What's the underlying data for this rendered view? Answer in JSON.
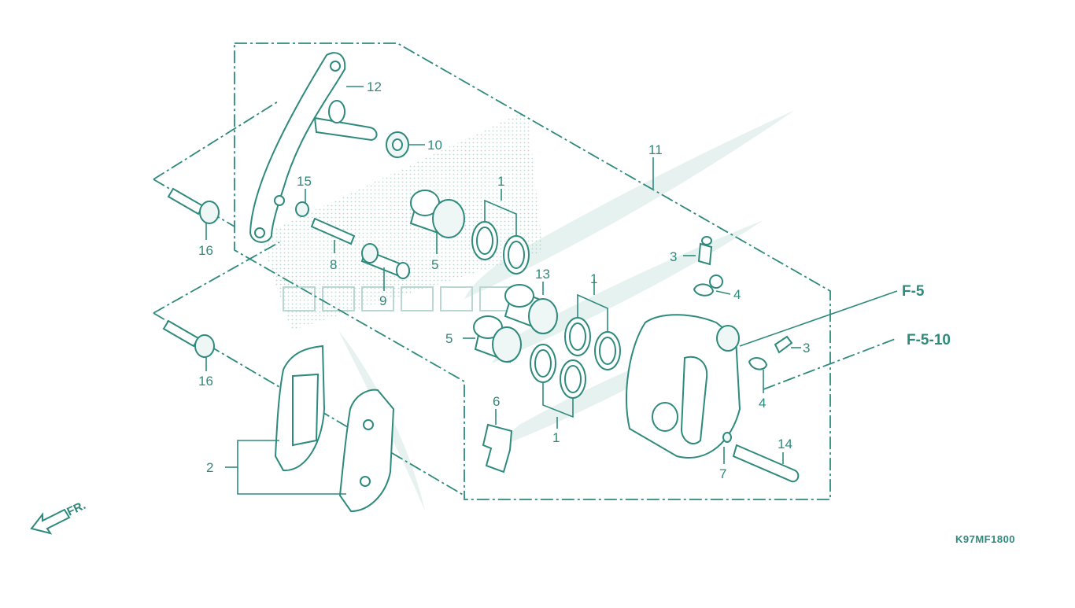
{
  "diagram": {
    "callouts": {
      "c1a": "1",
      "c1b": "1",
      "c1c": "1",
      "c2": "2",
      "c3a": "3",
      "c3b": "3",
      "c4a": "4",
      "c4b": "4",
      "c5a": "5",
      "c5b": "5",
      "c6": "6",
      "c7": "7",
      "c8": "8",
      "c9": "9",
      "c10": "10",
      "c11": "11",
      "c12": "12",
      "c13": "13",
      "c14": "14",
      "c15": "15",
      "c16a": "16",
      "c16b": "16"
    },
    "refs": {
      "r1": "F-5",
      "r2": "F-5-10"
    },
    "front_label": "FR.",
    "diagram_code": "K97MF1800"
  },
  "colors": {
    "line": "#2e8a7c",
    "watermark": "#e4f1ee",
    "background": "#ffffff"
  }
}
